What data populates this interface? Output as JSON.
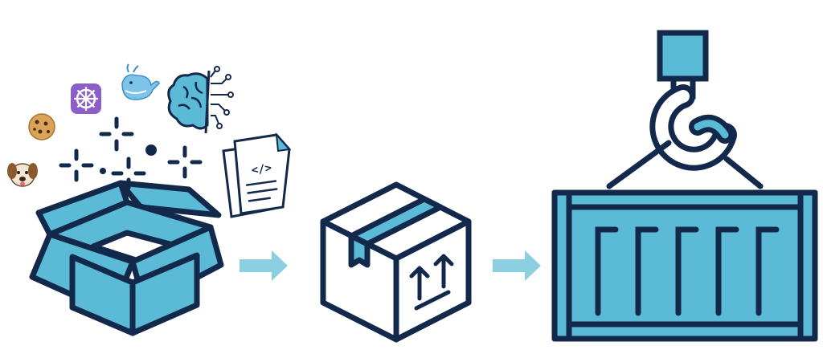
{
  "colors": {
    "navy": "#13294b",
    "fill": "#5bbad5",
    "arrow": "#8ccfe0",
    "white": "#ffffff"
  },
  "stages": [
    {
      "id": "open-box",
      "icon": "open-box-icon"
    },
    {
      "id": "sealed-box",
      "icon": "package-icon"
    },
    {
      "id": "shipping-container",
      "icon": "shipping-container-icon"
    }
  ],
  "floating_items": [
    {
      "icon": "puppy-icon"
    },
    {
      "icon": "cookie-icon"
    },
    {
      "icon": "kubernetes-helm-icon"
    },
    {
      "icon": "whale-icon"
    },
    {
      "icon": "ai-brain-icon"
    },
    {
      "icon": "code-document-icon"
    },
    {
      "icon": "sparkle-icon"
    }
  ],
  "code_glyph": "</>"
}
